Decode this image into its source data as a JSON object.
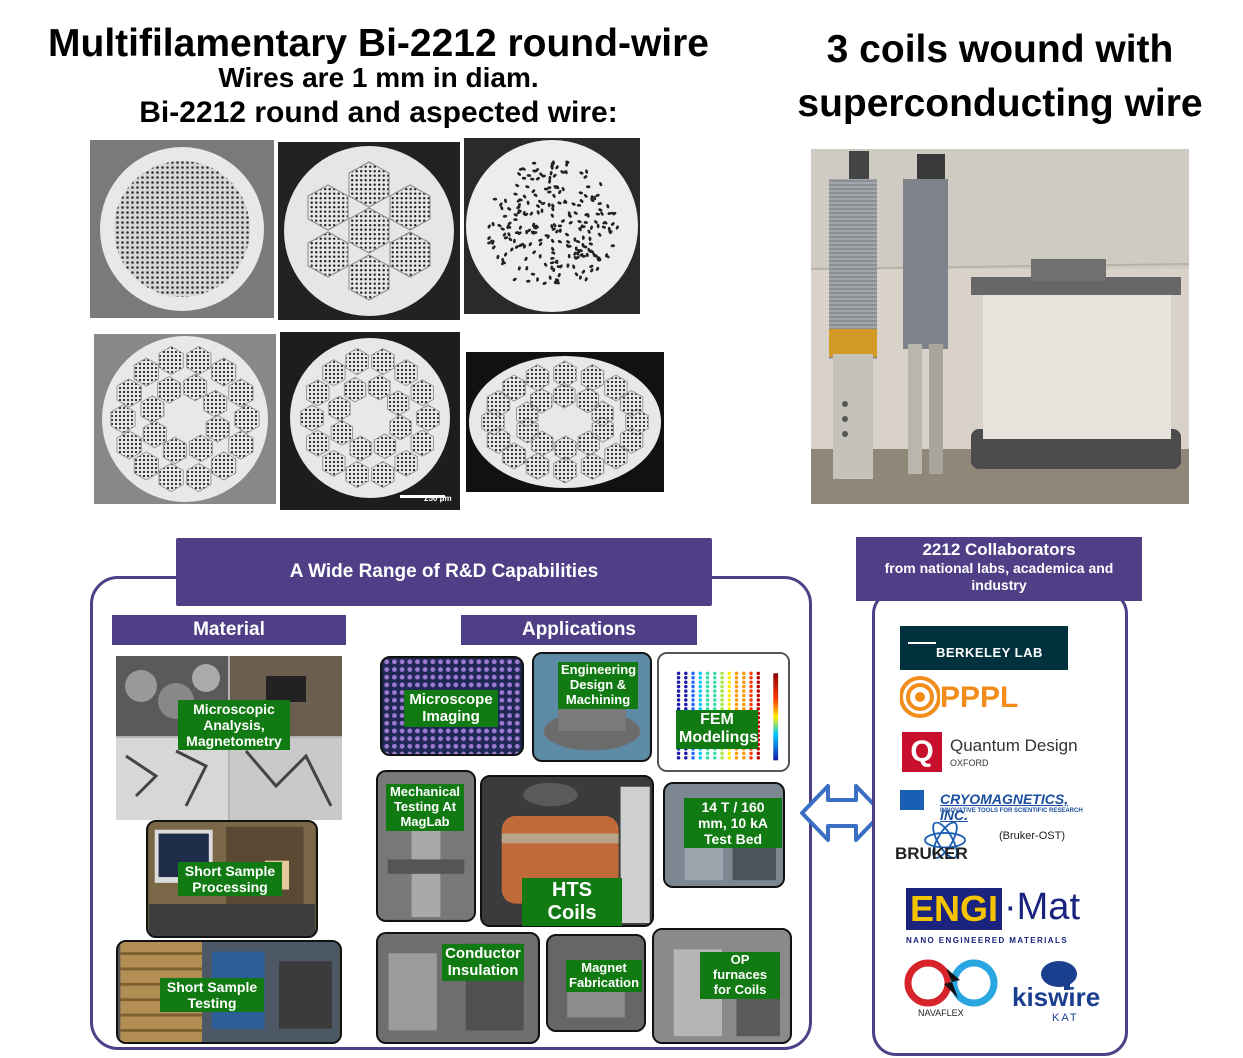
{
  "left_header": {
    "title": "Multifilamentary Bi-2212 round-wire",
    "line2": "Wires are 1 mm in diam.",
    "line3": "Bi-2212 round and aspected wire:"
  },
  "right_header": {
    "line1": "3 coils wound with",
    "line2": "superconducting wire"
  },
  "scale_bar": "250 μm",
  "rd_panel": {
    "title": "A Wide Range of R&D Capabilities",
    "material_label": "Material",
    "applications_label": "Applications",
    "material_items": {
      "microscopic": "Microscopic Analysis, Magnetometry",
      "short_processing": "Short Sample Processing",
      "short_testing": "Short Sample Testing"
    },
    "app_items": {
      "microscope": "Microscope Imaging",
      "engineering": "Engineering Design & Machining",
      "fem": "FEM Modelings",
      "mechanical": "Mechanical Testing At MagLab",
      "hts": "HTS Coils",
      "testbed": "14 T / 160 mm, 10 kA Test Bed",
      "conductor": "Conductor Insulation",
      "magnet": "Magnet Fabrication",
      "op": "OP furnaces for Coils"
    }
  },
  "collaborators": {
    "title": "2212 Collaborators",
    "subtitle": "from national labs, academica and industry",
    "berkeley": "BERKELEY LAB",
    "pppl": "PPPL",
    "quantum": "Quantum Design",
    "quantum_sub": "OXFORD",
    "cryo": "CRYOMAGNETICS, INC.",
    "cryo_sub": "INNOVATIVE TOOLS FOR SCIENTIFIC RESEARCH",
    "bruker": "BRUKER",
    "bruker_note": "(Bruker-OST)",
    "engi": "ENGI",
    "mat": "·Mat",
    "engi_sub": "NANO ENGINEERED MATERIALS",
    "navaflex": "NAVAFLEX",
    "kiswire": "kiswire",
    "kat": "KAT"
  },
  "colors": {
    "purple": "#4f3f87",
    "label_green": "#127a12",
    "arrow_blue": "#3a6fc4"
  }
}
